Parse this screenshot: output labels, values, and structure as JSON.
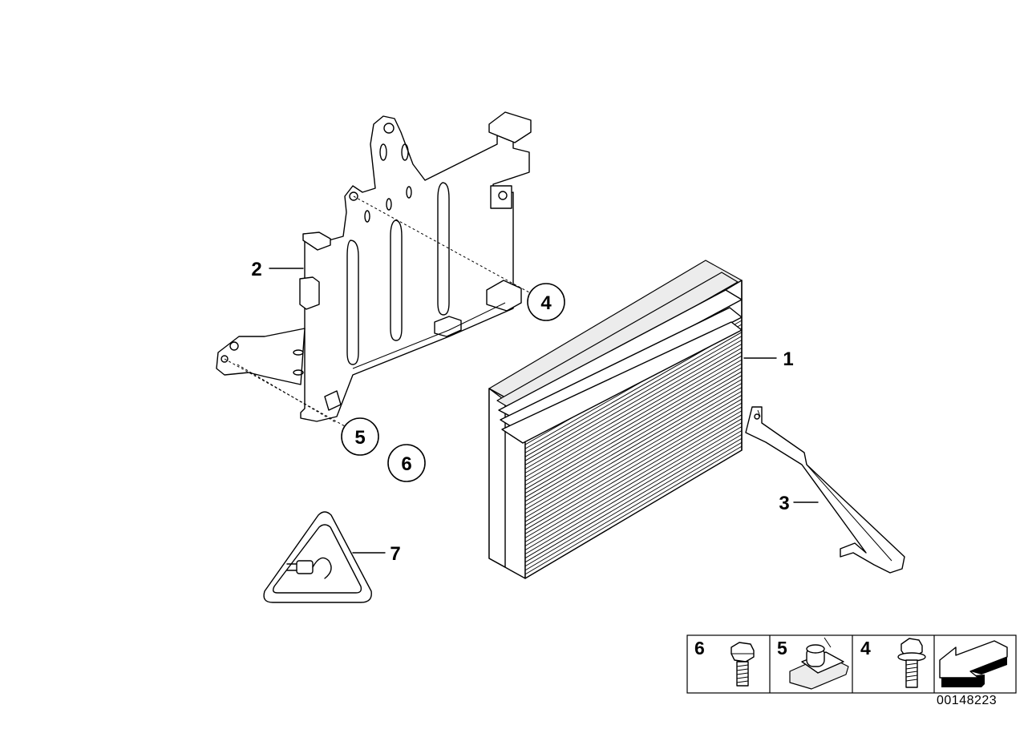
{
  "diagram": {
    "parts": [
      {
        "id": "amplifier",
        "label": "1"
      },
      {
        "id": "holder-bracket",
        "label": "2"
      },
      {
        "id": "strap-bracket",
        "label": "3"
      },
      {
        "id": "clip-nut-callout",
        "label": "4"
      },
      {
        "id": "hex-nut-callout",
        "label": "5"
      },
      {
        "id": "hex-bolt-callout",
        "label": "6"
      },
      {
        "id": "warning-label",
        "label": "7"
      }
    ],
    "legend": [
      {
        "label": "6",
        "icon": "hex-bolt-icon"
      },
      {
        "label": "5",
        "icon": "clip-nut-icon"
      },
      {
        "label": "4",
        "icon": "flange-bolt-icon"
      },
      {
        "label": "",
        "icon": "direction-arrow-icon"
      }
    ],
    "document_number": "00148223"
  }
}
